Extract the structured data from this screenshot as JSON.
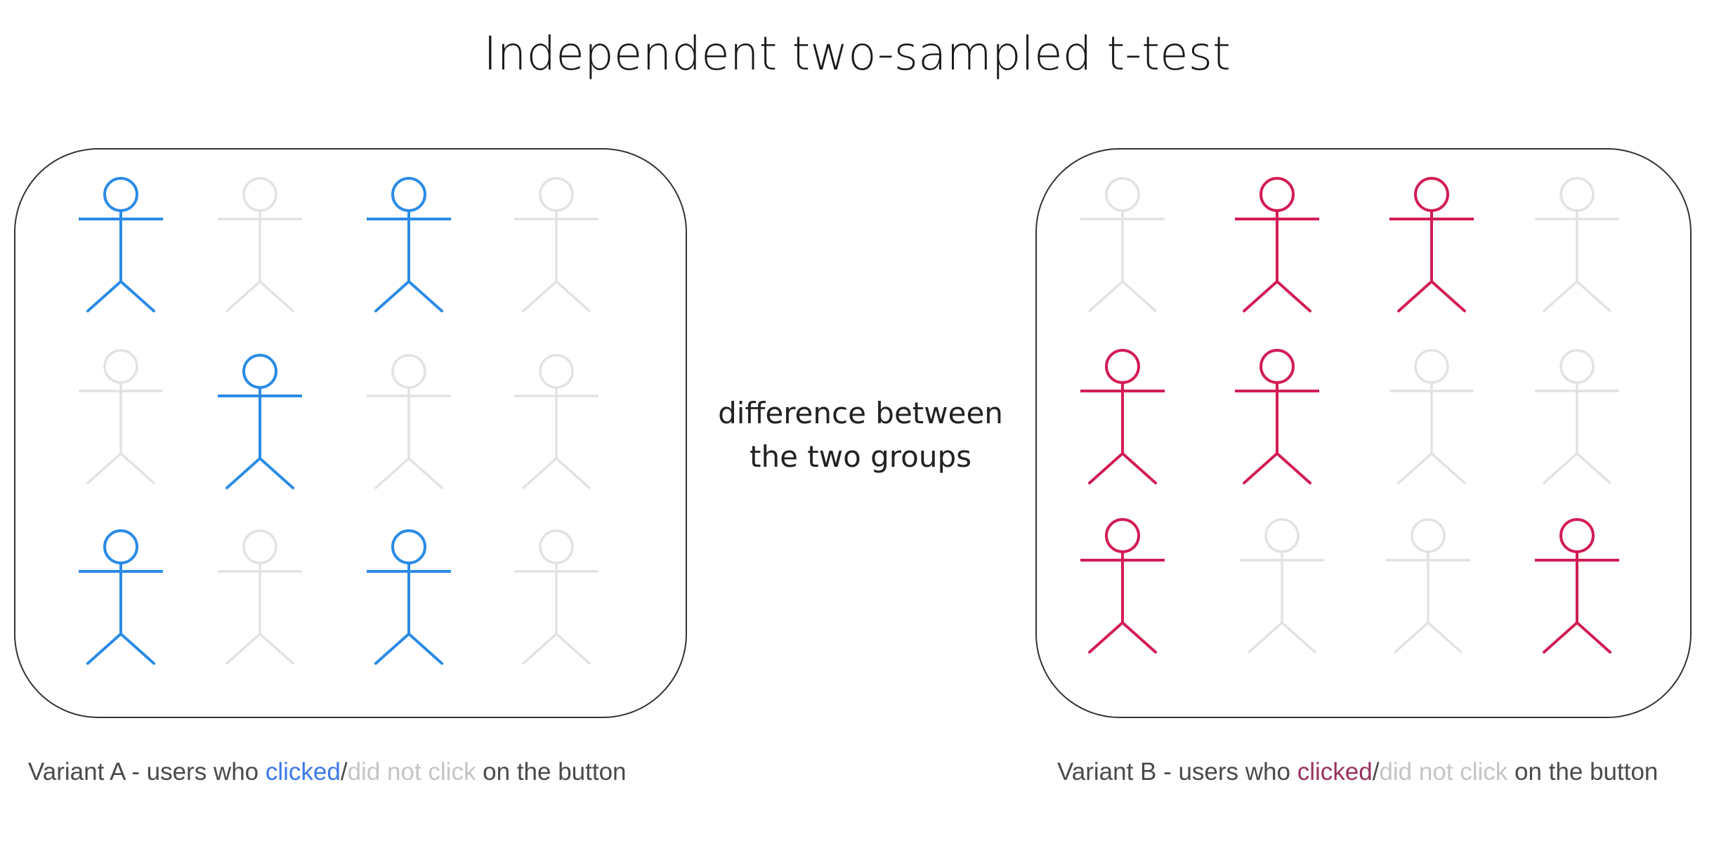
{
  "title": "Independent two-sampled t-test",
  "center_label": {
    "line1": "difference between",
    "line2": "the two groups"
  },
  "colors": {
    "variant_a_clicked": "#2b8be6",
    "variant_b_clicked": "#d21c54",
    "did_not_click": "#e2e2e2",
    "caption_a_clicked_text": "#3b78e7",
    "caption_b_clicked_text": "#96325e",
    "caption_not_clicked_text": "#c4c4c4",
    "border": "#333333"
  },
  "variant_a": {
    "caption": {
      "prefix": "Variant A - users who ",
      "clicked": "clicked",
      "slash": "/",
      "not_clicked": "did not click",
      "suffix": " on the button"
    },
    "grid": [
      [
        true,
        false,
        true,
        false
      ],
      [
        false,
        true,
        false,
        false
      ],
      [
        true,
        false,
        true,
        false
      ]
    ],
    "clicked_count": 5,
    "total": 12
  },
  "variant_b": {
    "caption": {
      "prefix": "Variant B - users who ",
      "clicked": "clicked",
      "slash": "/",
      "not_clicked": "did not click",
      "suffix": " on the button"
    },
    "grid": [
      [
        false,
        true,
        true,
        false
      ],
      [
        true,
        true,
        false,
        false
      ],
      [
        true,
        false,
        false,
        true
      ]
    ],
    "clicked_count": 6,
    "total": 12
  }
}
